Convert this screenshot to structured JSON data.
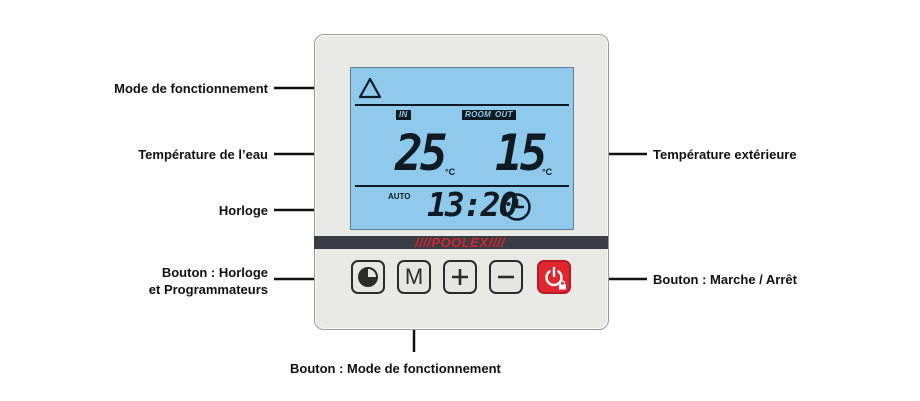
{
  "labels": {
    "mode": "Mode de fonctionnement",
    "water_temp": "Température de l’eau",
    "clock": "Horloge",
    "clock_button_line1": "Bouton : Horloge",
    "clock_button_line2": "et Programmateurs",
    "outside_temp": "Température extérieure",
    "power_button": "Bouton : Marche / Arrêt",
    "mode_button": "Bouton : Mode de fonctionnement"
  },
  "display": {
    "tag_in": "IN",
    "tag_room": "ROOM",
    "tag_out": "OUT",
    "water_temp_value": "25",
    "outside_temp_value": "15",
    "unit": "°C",
    "mode_auto": "AUTO",
    "clock_time": "13:20"
  },
  "brand": "////POOLEX////",
  "buttons": {
    "mode_letter": "M"
  },
  "colors": {
    "lcd_background": "#8fc9ec",
    "lcd_segments": "#0f1a22",
    "brand_red": "#d6242f",
    "power_button": "#e0262f",
    "panel": "#e9e9e6"
  },
  "icons": [
    "triangle-mode-icon",
    "clock-icon",
    "clock-program-icon",
    "plus-icon",
    "minus-icon",
    "power-icon",
    "lock-icon"
  ]
}
